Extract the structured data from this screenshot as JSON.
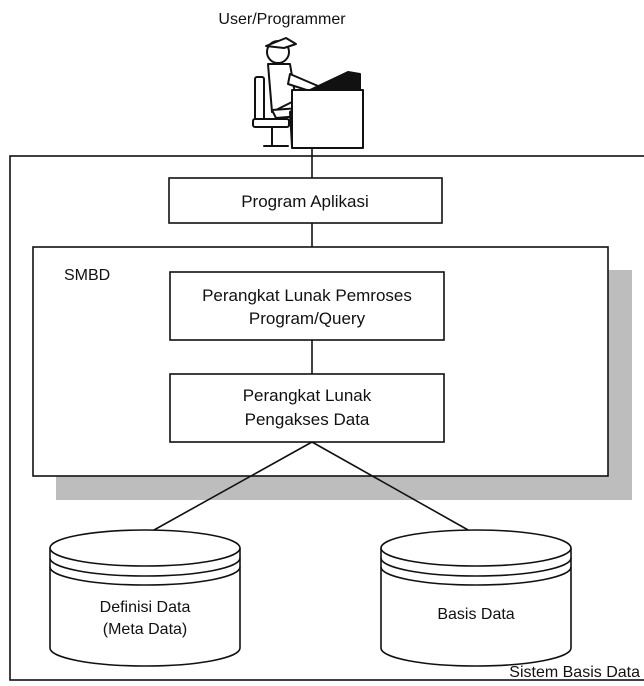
{
  "user": {
    "label": "User/Programmer"
  },
  "program_aplikasi": {
    "label": "Program Aplikasi"
  },
  "smbd": {
    "label": "SMBD",
    "pemroses": {
      "line1": "Perangkat Lunak Pemroses",
      "line2": "Program/Query"
    },
    "pengakses": {
      "line1": "Perangkat Lunak",
      "line2": "Pengakses Data"
    }
  },
  "definisi_data": {
    "line1": "Definisi Data",
    "line2": "(Meta Data)"
  },
  "basis_data": {
    "label": "Basis Data"
  },
  "sistem": {
    "label": "Sistem Basis Data"
  },
  "colors": {
    "stroke": "#111111",
    "shadow": "#bdbdbd",
    "fill": "#ffffff"
  }
}
